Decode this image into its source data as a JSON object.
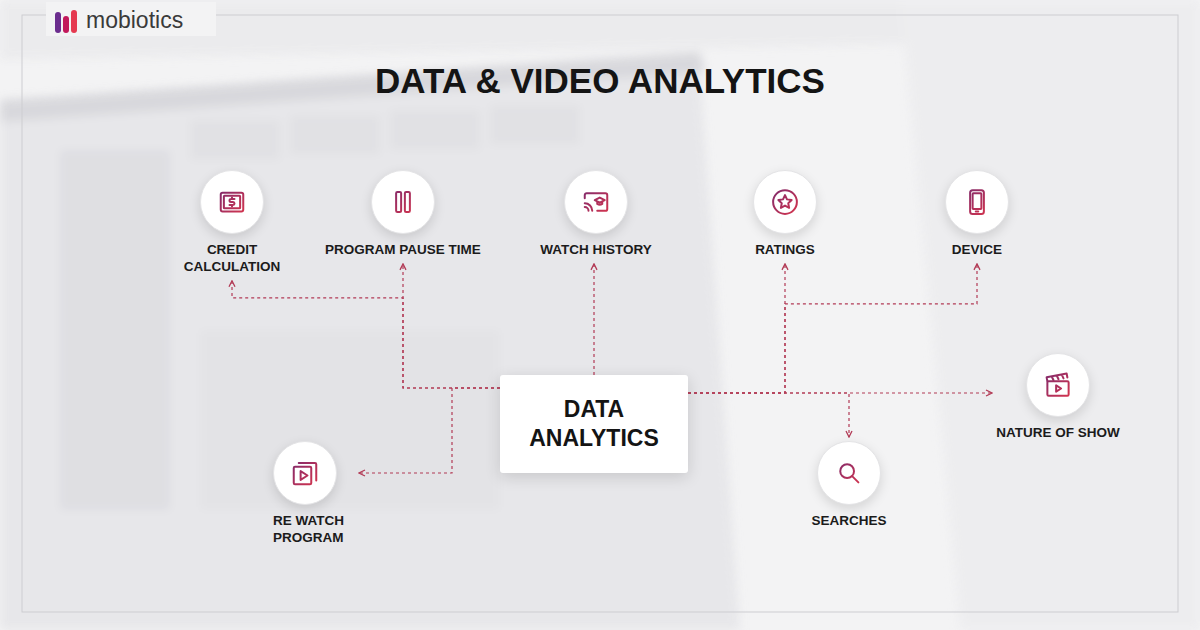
{
  "diagram": {
    "title": "DATA & VIDEO ANALYTICS",
    "nodes": [
      {
        "text": [
          "CREDIT CALCULATION"
        ]
      },
      {
        "text": [
          "PROGRAM PAUSE TIME"
        ]
      },
      {
        "text": [
          "WATCH HISTORY"
        ]
      },
      {
        "text": [
          "RATINGS"
        ]
      },
      {
        "text": [
          "DEVICE"
        ]
      },
      {
        "text": [
          "DATA ANALYTICS"
        ]
      },
      {
        "text": [
          "NATURE OF SHOW"
        ]
      },
      {
        "text": [
          "RE WATCH PROGRAM"
        ]
      },
      {
        "text": [
          "SEARCHES"
        ]
      }
    ],
    "edges": [
      {
        "from": 5,
        "to": 0,
        "arrow": "to"
      },
      {
        "from": 5,
        "to": 1,
        "arrow": "to"
      },
      {
        "from": 5,
        "to": 2,
        "arrow": "to"
      },
      {
        "from": 5,
        "to": 3,
        "arrow": "to"
      },
      {
        "from": 5,
        "to": 4,
        "arrow": "to"
      },
      {
        "from": 5,
        "to": 6,
        "arrow": "to"
      },
      {
        "from": 5,
        "to": 7,
        "arrow": "to"
      },
      {
        "from": 5,
        "to": 8,
        "arrow": "to"
      }
    ],
    "labels": [
      "mobiotics"
    ]
  }
}
